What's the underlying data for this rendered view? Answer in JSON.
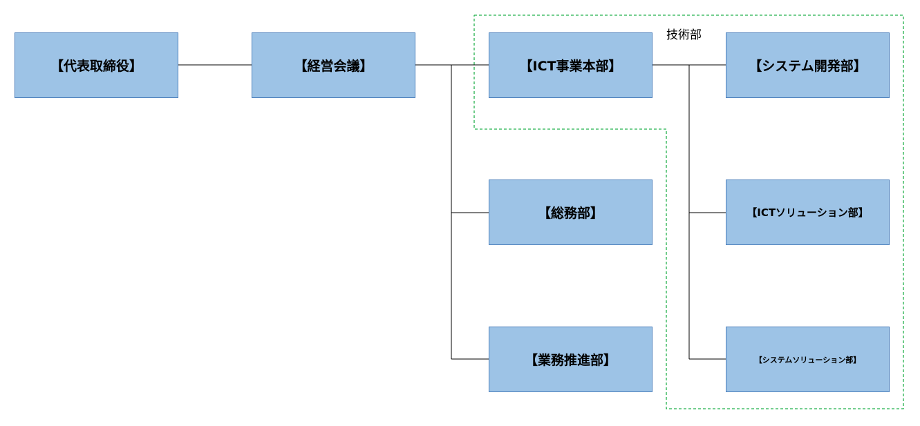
{
  "diagram": {
    "group": {
      "label": "技術部",
      "border_color": "#22b14c"
    },
    "node_fill": "#9dc3e6",
    "node_border": "#4a7ebb",
    "nodes": {
      "ceo": "【代表取締役】",
      "board": "【経営会議】",
      "ict_hq": "【ICT事業本部】",
      "system_dev": "【システム開発部】",
      "general_affairs": "【総務部】",
      "ict_solution": "【ICTソリューション部】",
      "business_promotion": "【業務推進部】",
      "system_solution": "【システムソリューション部】"
    }
  }
}
